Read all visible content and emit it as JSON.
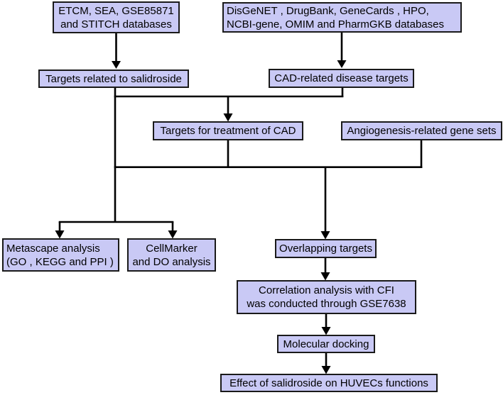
{
  "diagram": {
    "type": "flowchart",
    "description": "Network pharmacology workflow of salidroside for CAD"
  },
  "colors": {
    "node_fill": "#c9c9f5",
    "node_border": "#1a1a1a",
    "connector": "#000000",
    "background": "#ffffff"
  },
  "nodes": {
    "compound_db": {
      "line1": "ETCM, SEA, GSE85871",
      "line2": "and STITCH databases"
    },
    "disease_db": {
      "line1": "DisGeNET , DrugBank, GeneCards , HPO,",
      "line2": "NCBI-gene, OMIM and PharmGKB databases"
    },
    "salidroside_targets": {
      "label": "Targets related to salidroside"
    },
    "cad_targets": {
      "label": "CAD-related disease targets"
    },
    "treatment_targets": {
      "label": "Targets for treatment of CAD"
    },
    "angiogenesis_sets": {
      "label": "Angiogenesis-related gene sets"
    },
    "metascape": {
      "line1": "Metascape analysis",
      "line2": "(GO , KEGG and PPI )"
    },
    "cellmarker": {
      "line1": "CellMarker",
      "line2": "and DO analysis"
    },
    "overlapping": {
      "label": "Overlapping targets"
    },
    "correlation": {
      "line1": "Correlation analysis with CFI",
      "line2": "was conducted through GSE7638"
    },
    "docking": {
      "label": "Molecular docking"
    },
    "effect": {
      "label": "Effect of salidroside on HUVECs functions"
    }
  }
}
